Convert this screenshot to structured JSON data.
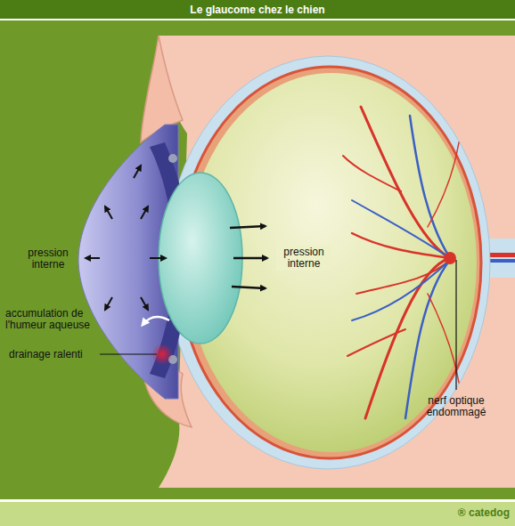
{
  "diagram": {
    "title": "Le glaucome chez le chien",
    "labels": [
      "pression interne",
      "accumulation de l'humeur aqueuse",
      "drainage ralenti",
      "pression interne",
      "nerf optique endommagé",
      "® catedog"
    ]
  }
}
